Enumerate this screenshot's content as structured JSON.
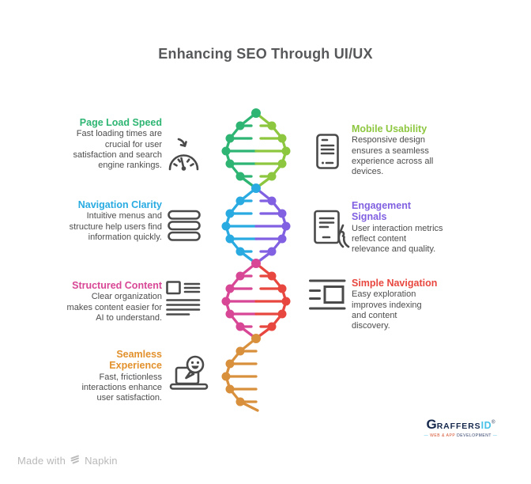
{
  "title": "Enhancing SEO Through UI/UX",
  "sections": {
    "left": [
      {
        "heading": "Page Load Speed",
        "color": "#2eb573",
        "body": "Fast loading times are crucial for user satisfaction and search engine rankings.",
        "icon": "gauge-icon"
      },
      {
        "heading": "Navigation Clarity",
        "color": "#29abe2",
        "body": "Intuitive menus and structure help users find information quickly.",
        "icon": "menu-bars-icon"
      },
      {
        "heading": "Structured Content",
        "color": "#d84795",
        "body": "Clear organization makes content easier for AI to understand.",
        "icon": "document-layout-icon"
      },
      {
        "heading": "Seamless Experience",
        "color": "#e2912d",
        "body": "Fast, frictionless interactions enhance user satisfaction.",
        "icon": "laptop-smiley-icon"
      }
    ],
    "right": [
      {
        "heading": "Mobile Usability",
        "color": "#8dc63f",
        "body": "Responsive design ensures a seamless experience across all devices.",
        "icon": "mobile-phone-icon"
      },
      {
        "heading": "Engagement Signals",
        "color": "#8161e1",
        "body": "User interaction metrics reflect content relevance and quality.",
        "icon": "tablet-hand-icon"
      },
      {
        "heading": "Simple Navigation",
        "color": "#e8473f",
        "body": "Easy exploration improves indexing and content discovery.",
        "icon": "wireframe-icon"
      }
    ]
  },
  "helix": {
    "segments": [
      {
        "left_color": "#2eb573",
        "right_color": "#8dc63f"
      },
      {
        "left_color": "#29abe2",
        "right_color": "#8161e1"
      },
      {
        "left_color": "#d84795",
        "right_color": "#e8473f"
      },
      {
        "left_color": "#d9903c",
        "right_color": null
      }
    ]
  },
  "footer": {
    "made_with": "Made with",
    "napkin_brand": "Napkin",
    "logo": {
      "brand_g": "G",
      "brand_rest": "RAFFERS",
      "brand_id": "ID",
      "mark": "®",
      "tagline_left": "WEB & APP",
      "tagline_right": "DEVELOPMENT",
      "navy": "#16294d",
      "light_blue": "#49c2e8"
    }
  },
  "icon_stroke_color": "#4a4a4a"
}
